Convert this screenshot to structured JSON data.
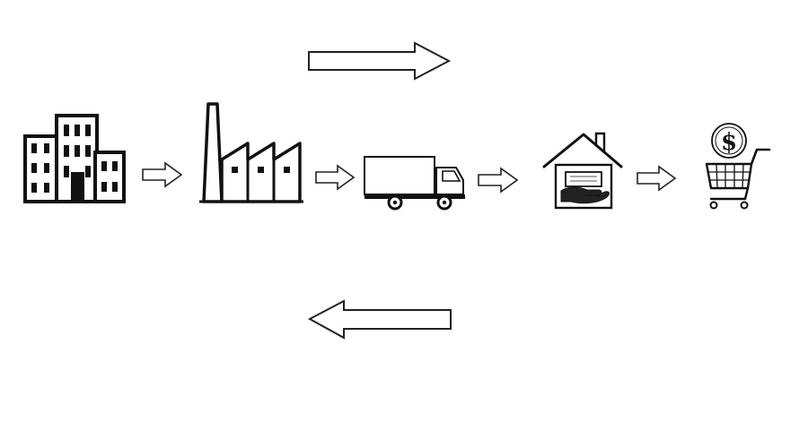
{
  "diagram": {
    "nodes": [
      {
        "icon": "office-building-icon"
      },
      {
        "icon": "factory-icon"
      },
      {
        "icon": "delivery-truck-icon"
      },
      {
        "icon": "warehouse-icon"
      },
      {
        "icon": "shopping-cart-icon"
      }
    ],
    "flow_arrows": [
      {
        "direction": "right"
      },
      {
        "direction": "right"
      },
      {
        "direction": "right"
      },
      {
        "direction": "right"
      }
    ],
    "overview_arrows": [
      {
        "direction": "right"
      },
      {
        "direction": "left"
      }
    ],
    "price_symbol": "$",
    "colors": {
      "stroke": "#111111",
      "background": "#ffffff",
      "arrow_fill": "#ffffff"
    }
  }
}
